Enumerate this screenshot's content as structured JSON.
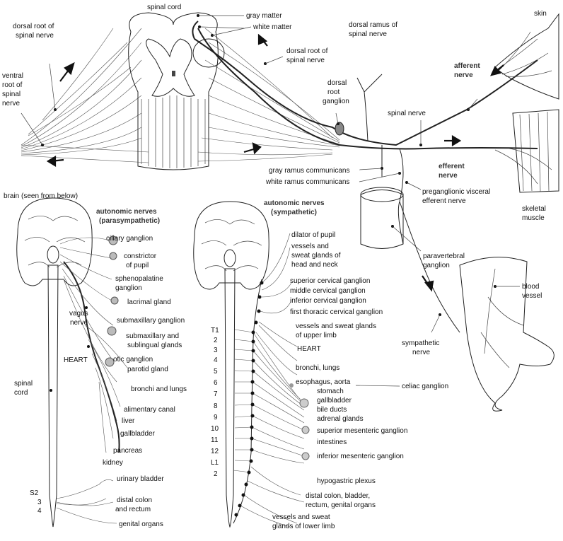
{
  "top_section": {
    "labels": {
      "spinal_cord": "spinal cord",
      "gray_matter": "gray matter",
      "white_matter": "white matter",
      "dorsal_root_of_spinal_nerve_left": "dorsal root of spinal nerve",
      "dorsal_root_of_spinal_nerve_right": "dorsal root of spinal nerve",
      "ventral_root_of_spinal_nerve": "ventral root of spinal nerve",
      "dorsal_ramus_of_spinal_nerve": "dorsal ramus of spinal nerve",
      "dorsal_root_ganglion": "dorsal root ganglion",
      "spinal_nerve": "spinal nerve",
      "afferent_nerve": "afferent nerve",
      "efferent_nerve": "efferent nerve",
      "skin": "skin",
      "skeletal_muscle": "skeletal muscle",
      "gray_ramus_communicans": "gray ramus communicans",
      "white_ramus_communicans": "white ramus communicans",
      "preganglionic_visceral_efferent_nerve": "preganglionic visceral efferent nerve",
      "paravertebral_ganglion": "paravertebral ganglion",
      "blood_vessel": "blood vessel",
      "sympathetic_nerve": "sympathetic nerve"
    }
  },
  "parasympathetic": {
    "title": "autonomic nerves (parasympathetic)",
    "brain": "brain (seen from below)",
    "spinal_cord": "spinal cord",
    "vagus_nerve": "vagus nerve",
    "heart": "HEART",
    "items": [
      "ciliary ganglion",
      "constrictor of pupil",
      "sphenopalatine ganglion",
      "lacrimal gland",
      "submaxillary ganglion",
      "submaxillary and sublingual glands",
      "otic ganglion",
      "parotid gland",
      "bronchi and lungs",
      "alimentary canal",
      "liver",
      "gallbladder",
      "pancreas",
      "kidney",
      "urinary bladder",
      "distal colon and rectum",
      "genital organs"
    ],
    "segments": [
      "S2",
      "3",
      "4"
    ]
  },
  "sympathetic": {
    "title": "autonomic nerves (sympathetic)",
    "segments": [
      "T1",
      "2",
      "3",
      "4",
      "5",
      "6",
      "7",
      "8",
      "9",
      "10",
      "11",
      "12",
      "L1",
      "2"
    ],
    "items": [
      "dilator of pupil",
      "vessels and sweat glands of head and neck",
      "superior cervical ganglion",
      "middle cervical ganglion",
      "inferior cervical ganglion",
      "first thoracic cervical ganglion",
      "vessels and sweat glands of upper limb",
      "HEART",
      "bronchi, lungs",
      "esophagus, aorta",
      "celiac ganglion",
      "stomach",
      "gallbladder",
      "bile ducts",
      "adrenal glands",
      "superior mesenteric ganglion",
      "intestines",
      "inferior mesenteric ganglion",
      "hypogastric plexus",
      "distal colon, bladder, rectum, genital organs",
      "vessels and sweat glands of lower limb"
    ]
  }
}
